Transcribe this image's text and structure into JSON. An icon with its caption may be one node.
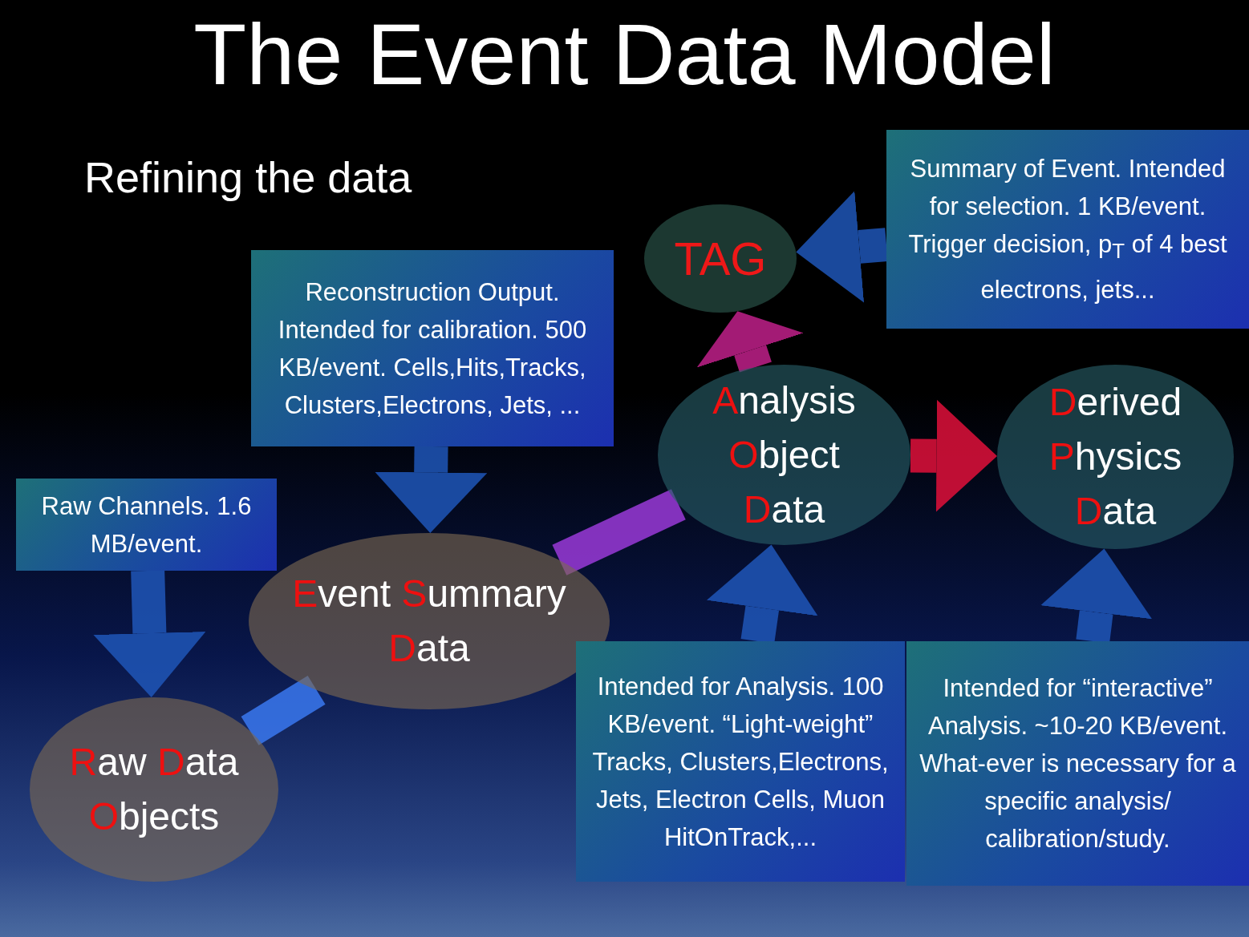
{
  "diagram": {
    "title": "The Event Data Model",
    "nodes": [
      {
        "text": [
          "Raw Channels. 1.6 MB/event."
        ]
      },
      {
        "text": [
          "**R**aw **D**ata **O**bjects"
        ]
      },
      {
        "text": [
          "Reconstruction Output. Intended for calibration. 500 KB/event. Cells,Hits,Tracks, Clusters,Electrons, Jets, ..."
        ]
      },
      {
        "text": [
          "**E**vent **S**ummary **D**ata"
        ]
      },
      {
        "text": [
          "**A**nalysis **O**bject **D**ata"
        ]
      },
      {
        "text": [
          "Intended for Analysis. 100 KB/event. “Light-weight” Tracks, Clusters,Electrons, Jets, Electron Cells, Muon HitOnTrack,..."
        ]
      },
      {
        "text": [
          "TAG"
        ]
      },
      {
        "text": [
          "Summary of Event. Intended for selection. 1 KB/event. Trigger decision, p$_{T}$ of 4 best electrons, jets..."
        ]
      },
      {
        "text": [
          "**D**erived **P**hysics **D**ata"
        ]
      },
      {
        "text": [
          "Intended for “interactive” Analysis. ~10-20 KB/event. What-ever is necessary for a specific analysis/ calibration/study."
        ]
      }
    ],
    "edges": [
      {
        "from": 0,
        "to": 1,
        "arrow": "to"
      },
      {
        "from": 2,
        "to": 3,
        "arrow": "to"
      },
      {
        "from": 1,
        "to": 3,
        "arrow": "none",
        "color": "#3a78f0"
      },
      {
        "from": 3,
        "to": 4,
        "arrow": "none",
        "color": "#9a3ad8"
      },
      {
        "from": 4,
        "to": 8,
        "arrow": "to",
        "color": "#e0103a"
      },
      {
        "from": 4,
        "to": 6,
        "arrow": "to",
        "color": "#c0208a"
      },
      {
        "from": 7,
        "to": 6,
        "arrow": "to"
      },
      {
        "from": 5,
        "to": 4,
        "arrow": "to"
      },
      {
        "from": 9,
        "to": 8,
        "arrow": "to"
      }
    ],
    "labels": [
      "Refining the data"
    ]
  }
}
